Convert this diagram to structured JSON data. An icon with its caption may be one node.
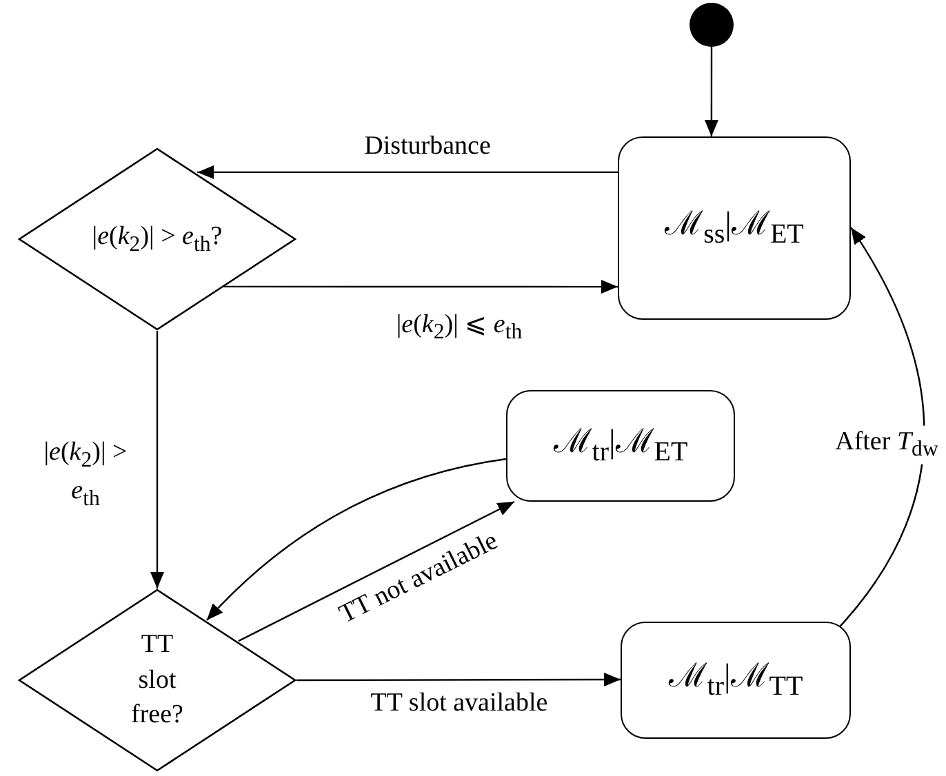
{
  "diagram": {
    "nodes": [
      {
        "text": [],
        "shape": "circle"
      },
      {
        "text": [
          "ℳ$_{ss}$|ℳ$_{ET}$"
        ]
      },
      {
        "text": [
          "|*e*(*k*$_{2}$)| > *e*$_{th}$?"
        ]
      },
      {
        "text": [
          "ℳ$_{tr}$|ℳ$_{ET}$"
        ]
      },
      {
        "text": [
          "TT slot free?"
        ]
      },
      {
        "text": [
          "ℳ$_{tr}$|ℳ$_{TT}$"
        ]
      }
    ],
    "edges": [
      {
        "from": 0,
        "to": 1,
        "arrow": "to"
      },
      {
        "from": 1,
        "to": 2,
        "arrow": "to",
        "label": "Disturbance"
      },
      {
        "from": 2,
        "to": 1,
        "arrow": "to",
        "label": "|*e*(*k*$_{2}$)| ⩽ *e*$_{th}$"
      },
      {
        "from": 2,
        "to": 4,
        "arrow": "to",
        "label": "|*e*(*k*$_{2}$)| > *e*$_{th}$"
      },
      {
        "from": 3,
        "to": 4,
        "arrow": "to"
      },
      {
        "from": 4,
        "to": 3,
        "arrow": "to",
        "label": "TT not available"
      },
      {
        "from": 4,
        "to": 5,
        "arrow": "to",
        "label": "TT slot available"
      },
      {
        "from": 5,
        "to": 1,
        "arrow": "to",
        "label": "After *T*$_{dw}$"
      }
    ]
  }
}
